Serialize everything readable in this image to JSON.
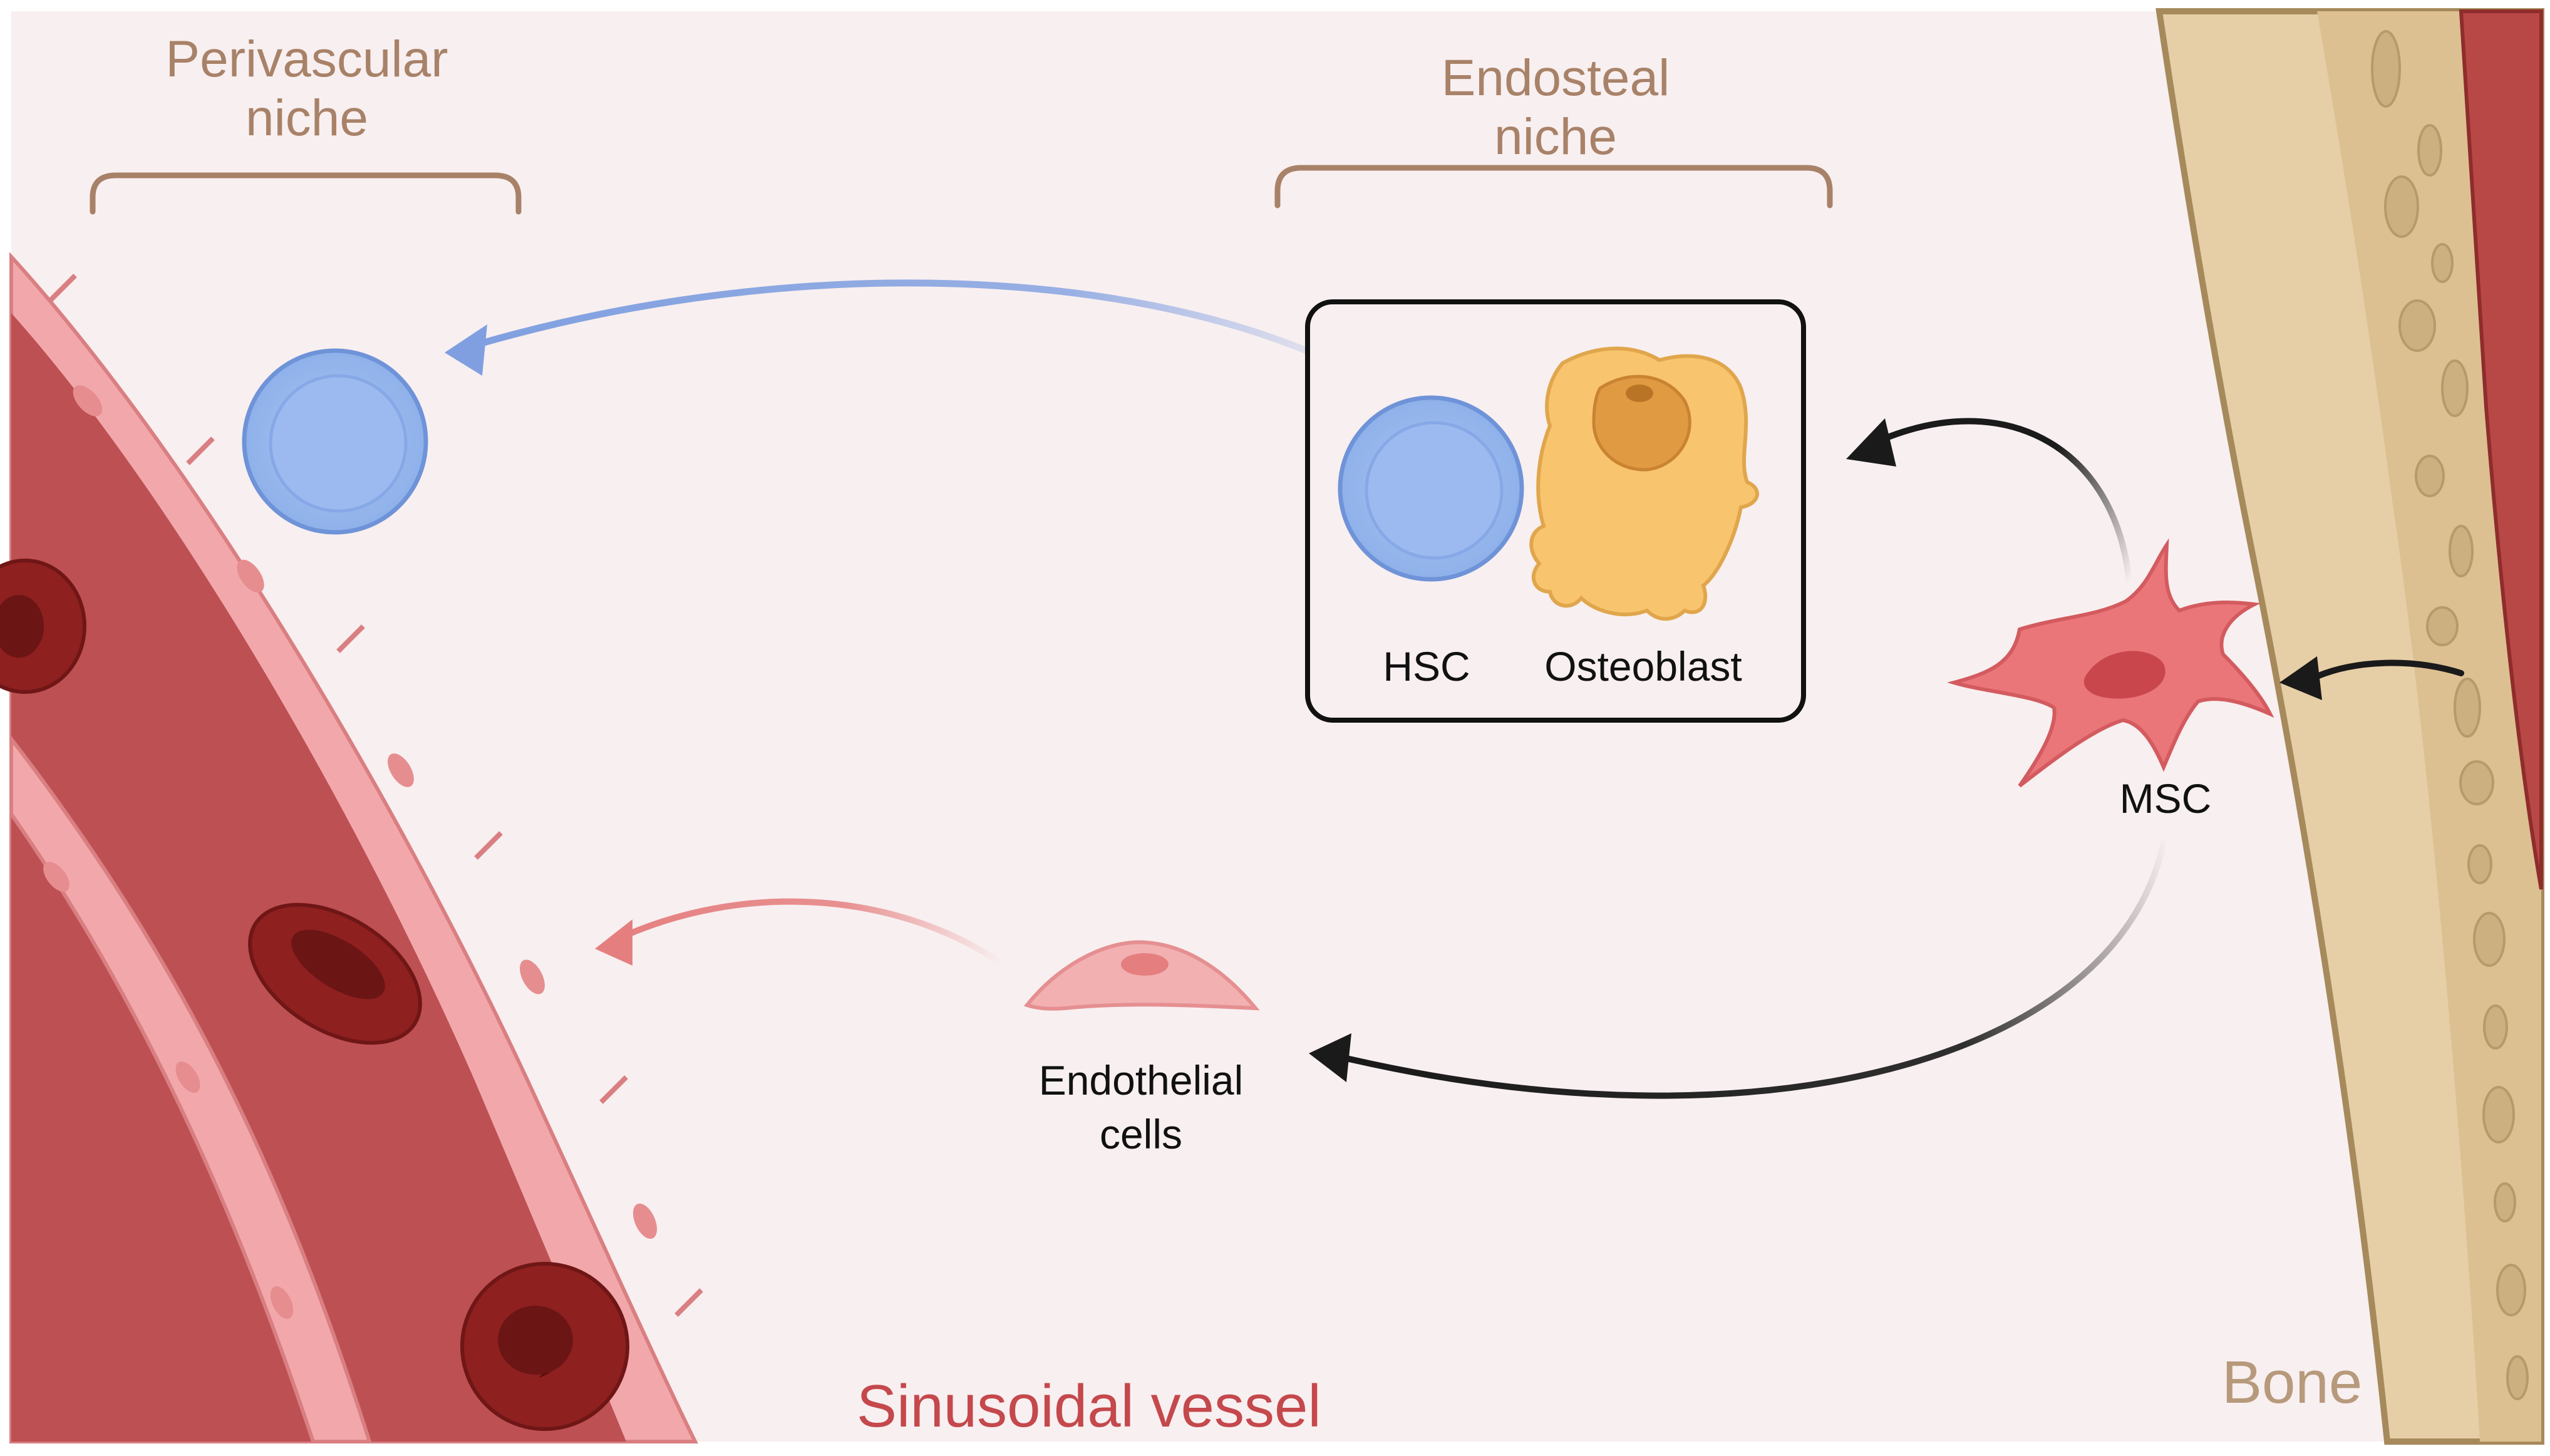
{
  "labels": {
    "perivascular_line1": "Perivascular",
    "perivascular_line2": "niche",
    "endosteal_line1": "Endosteal",
    "endosteal_line2": "niche",
    "hsc": "HSC",
    "osteoblast": "Osteoblast",
    "msc": "MSC",
    "endothelial_line1": "Endothelial",
    "endothelial_line2": "cells",
    "sinusoidal_vessel": "Sinusoidal vessel",
    "bone": "Bone"
  },
  "colors": {
    "background": "#f8eff0",
    "vessel_lumen": "#bd5053",
    "vessel_wall": "#f2a8ab",
    "red_blood_cell": "#8f2020",
    "hsc": "#9fbdf0",
    "osteoblast": "#f9c46e",
    "msc": "#ea7679",
    "endothelial": "#f2b0b1",
    "bone": "#e6cfa6",
    "marrow_red": "#b84845",
    "arrow_blue": "#7f9fe0",
    "arrow_red": "#e57f7f",
    "arrow_black": "#1a1a1a"
  }
}
